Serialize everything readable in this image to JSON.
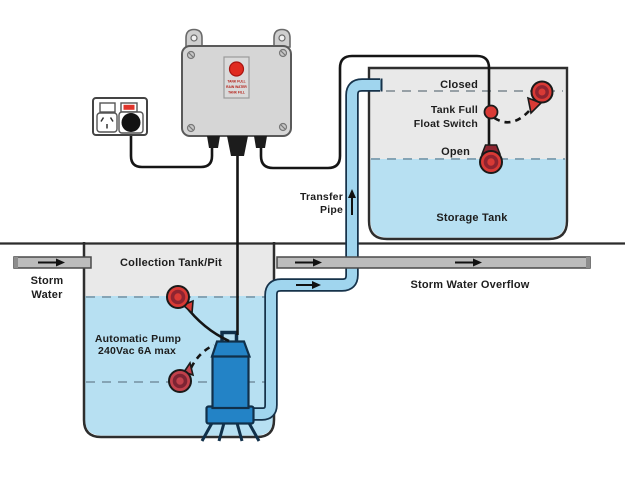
{
  "labels": {
    "closed": "Closed",
    "tank_full": "Tank Full",
    "float_switch": "Float Switch",
    "open": "Open",
    "storage_tank": "Storage Tank",
    "transfer_pipe_1": "Transfer",
    "transfer_pipe_2": "Pipe",
    "collection_tank": "Collection Tank/Pit",
    "storm_1": "Storm",
    "storm_2": "Water",
    "auto_pump_1": "Automatic Pump",
    "auto_pump_2": "240Vac 6A max",
    "overflow": "Storm Water Overflow"
  },
  "control_box": {
    "button_label_1": "TANK FULL",
    "button_label_2": "RAIN WATER",
    "button_label_3": "TANK FILL"
  },
  "colors": {
    "water": "#b7e0f2",
    "pipe_fill": "#a0d5ee",
    "pipe_outline": "#16324a",
    "pump_blue": "#2383c6",
    "float_red": "#d93a35",
    "float_red_dark": "#c2414b",
    "float_ring": "#8e2430",
    "tank_air_gray": "#e9e9e9",
    "drain_gray": "#bcbcbc",
    "button_red": "#e02b20",
    "box_gray": "#d6d6d6"
  }
}
